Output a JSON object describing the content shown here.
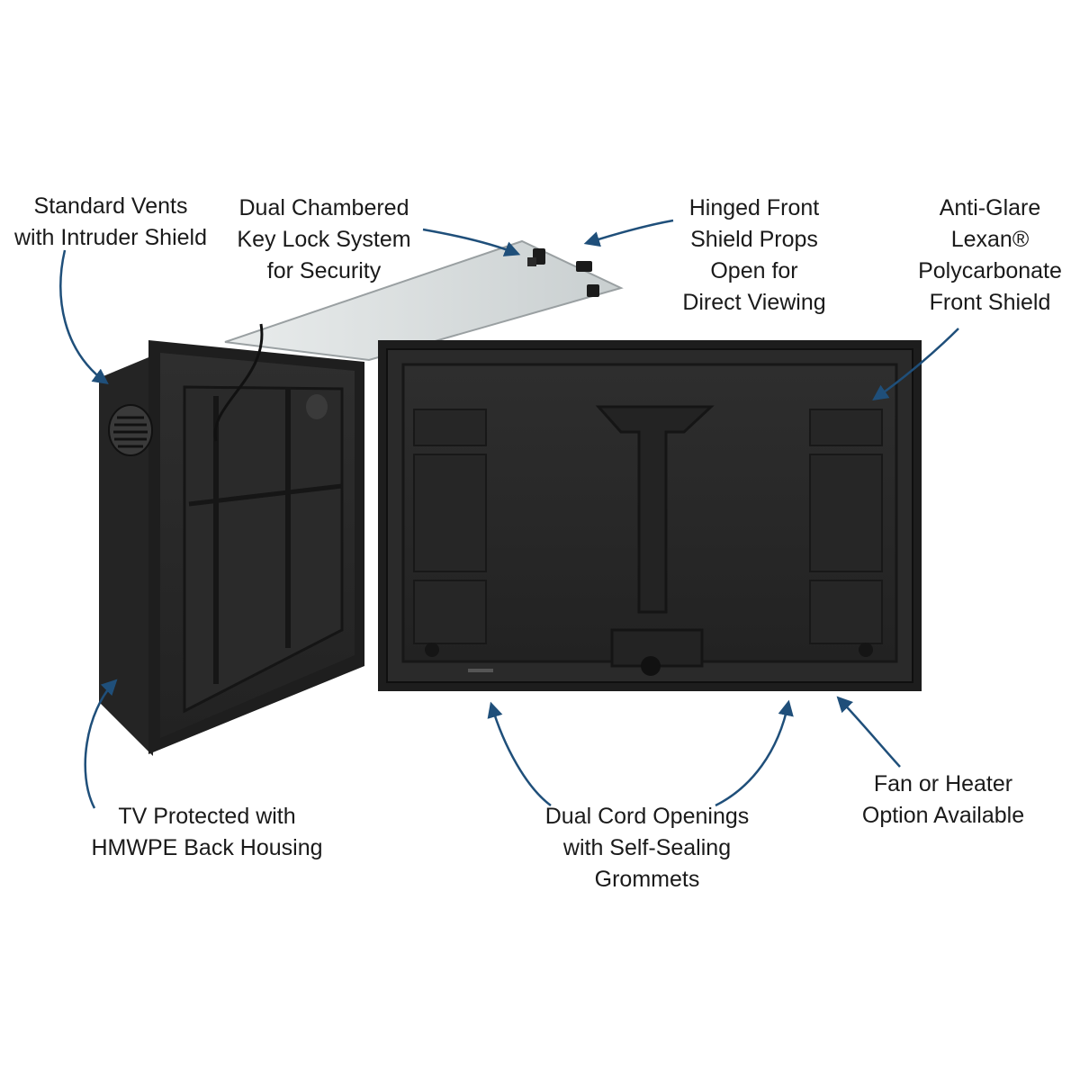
{
  "callouts": {
    "standard_vents": [
      "Standard Vents",
      "with Intruder Shield"
    ],
    "key_lock": [
      "Dual Chambered",
      "Key Lock System",
      "for Security"
    ],
    "hinged_shield": [
      "Hinged Front",
      "Shield Props",
      "Open for",
      "Direct Viewing"
    ],
    "anti_glare": [
      "Anti-Glare",
      "Lexan®",
      "Polycarbonate",
      "Front Shield"
    ],
    "back_housing": [
      "TV Protected with",
      "HMWPE Back Housing"
    ],
    "cord_openings": [
      "Dual Cord Openings",
      "with Self-Sealing",
      "Grommets"
    ],
    "fan_heater": [
      "Fan or Heater",
      "Option Available"
    ]
  },
  "colors": {
    "arrow": "#1f4f7a",
    "enclosure": "#2b2b2b",
    "enclosure_dark": "#161616",
    "shield_glass": "#d9dedf"
  }
}
